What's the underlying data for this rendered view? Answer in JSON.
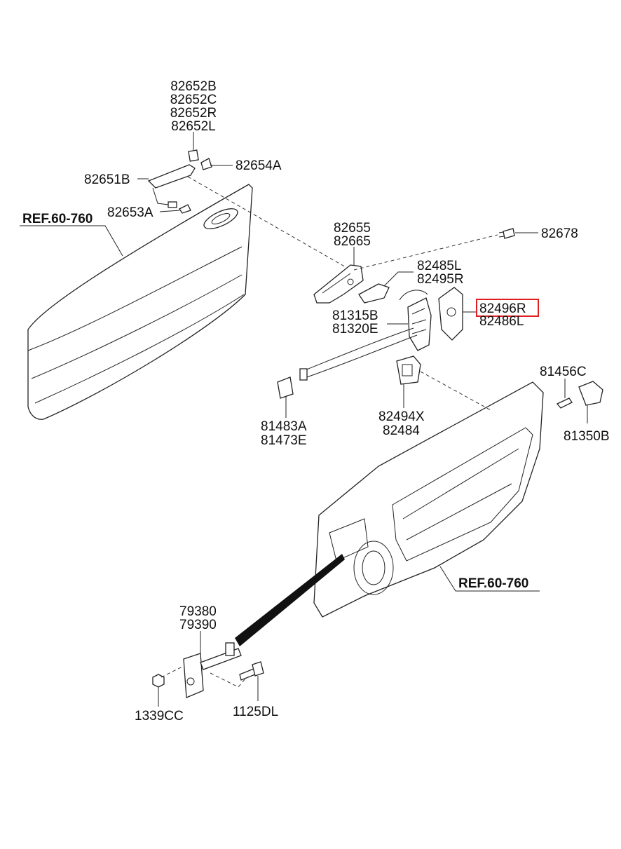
{
  "labels": {
    "p_82652": [
      "82652B",
      "82652C",
      "82652R",
      "82652L"
    ],
    "p_82654A": "82654A",
    "p_82651B": "82651B",
    "p_82653A": "82653A",
    "ref_top": "REF.60-760",
    "p_82655": [
      "82655",
      "82665"
    ],
    "p_82678": "82678",
    "p_82485": [
      "82485L",
      "82495R"
    ],
    "p_81315": [
      "81315B",
      "81320E"
    ],
    "p_82496R": "82496R",
    "p_82486L": "82486L",
    "p_81456C": "81456C",
    "p_81350B": "81350B",
    "p_81483": [
      "81483A",
      "81473E"
    ],
    "p_82494": [
      "82494X",
      "82484"
    ],
    "ref_bottom": "REF.60-760",
    "p_79380": [
      "79380",
      "79390"
    ],
    "p_1339CC": "1339CC",
    "p_1125DL": "1125DL"
  },
  "highlight": {
    "part": "82496R",
    "color": "#e02020"
  }
}
